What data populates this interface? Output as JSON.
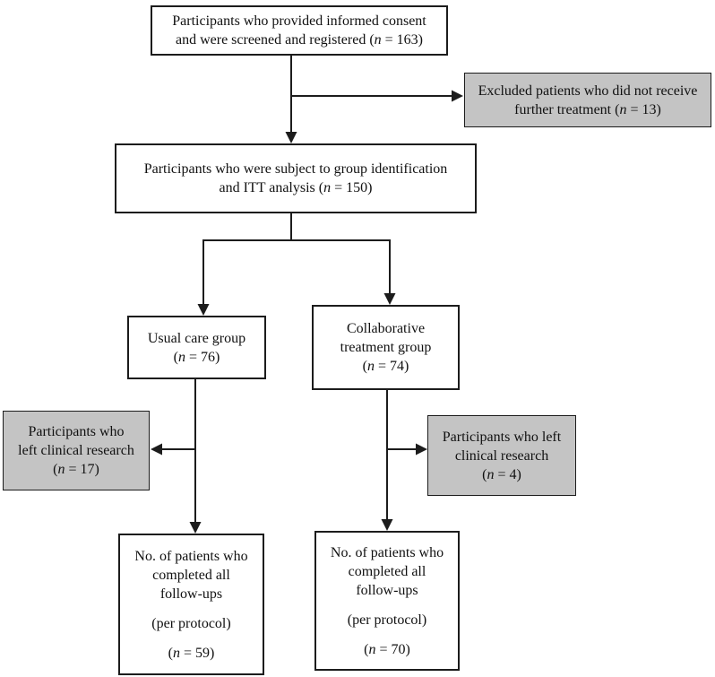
{
  "colors": {
    "background": "#ffffff",
    "box_background": "#ffffff",
    "shaded_box_background": "#c4c4c4",
    "border": "#1c1c1c",
    "line": "#1c1c1c",
    "text": "#111111"
  },
  "boxes": {
    "consent": {
      "n": "163",
      "lines": [
        [
          {
            "t": "Participants who provided informed consent"
          }
        ],
        [
          {
            "t": "and were screened and registered ("
          },
          {
            "t": "n",
            "i": true
          },
          {
            "t": " = 163)"
          }
        ]
      ]
    },
    "excluded": {
      "n": "13",
      "lines": [
        [
          {
            "t": "Excluded patients who did not receive"
          }
        ],
        [
          {
            "t": "further treatment ("
          },
          {
            "t": "n",
            "i": true
          },
          {
            "t": " = 13)"
          }
        ]
      ]
    },
    "itt": {
      "n": "150",
      "lines": [
        [
          {
            "t": "Participants who were subject to group identification"
          }
        ],
        [
          {
            "t": "and ITT analysis ("
          },
          {
            "t": "n",
            "i": true
          },
          {
            "t": " = 150)"
          }
        ]
      ]
    },
    "usual_care": {
      "n": "76",
      "lines": [
        [
          {
            "t": "Usual care group"
          }
        ],
        [
          {
            "t": "("
          },
          {
            "t": "n",
            "i": true
          },
          {
            "t": " = 76)"
          }
        ]
      ]
    },
    "collaborative": {
      "n": "74",
      "lines": [
        [
          {
            "t": "Collaborative"
          }
        ],
        [
          {
            "t": "treatment group"
          }
        ],
        [
          {
            "t": "("
          },
          {
            "t": "n",
            "i": true
          },
          {
            "t": " = 74)"
          }
        ]
      ]
    },
    "dropout_usual": {
      "n": "17",
      "lines": [
        [
          {
            "t": "Participants who"
          }
        ],
        [
          {
            "t": "left clinical research"
          }
        ],
        [
          {
            "t": "("
          },
          {
            "t": "n",
            "i": true
          },
          {
            "t": " = 17)"
          }
        ]
      ]
    },
    "dropout_collaborative": {
      "n": "4",
      "lines": [
        [
          {
            "t": "Participants who left"
          }
        ],
        [
          {
            "t": "clinical research"
          }
        ],
        [
          {
            "t": "("
          },
          {
            "t": "n",
            "i": true
          },
          {
            "t": " = 4)"
          }
        ]
      ]
    },
    "per_protocol_usual": {
      "n": "59",
      "lines": [
        [
          {
            "t": "No. of patients who"
          }
        ],
        [
          {
            "t": "completed all"
          }
        ],
        [
          {
            "t": "follow-ups"
          }
        ],
        [],
        [
          {
            "t": "(per protocol)"
          }
        ],
        [],
        [
          {
            "t": "("
          },
          {
            "t": "n",
            "i": true
          },
          {
            "t": " = 59)"
          }
        ]
      ]
    },
    "per_protocol_collaborative": {
      "n": "70",
      "lines": [
        [
          {
            "t": "No. of patients who"
          }
        ],
        [
          {
            "t": "completed all"
          }
        ],
        [
          {
            "t": "follow-ups"
          }
        ],
        [],
        [
          {
            "t": "(per protocol)"
          }
        ],
        [],
        [
          {
            "t": "("
          },
          {
            "t": "n",
            "i": true
          },
          {
            "t": " = 70)"
          }
        ]
      ]
    }
  }
}
